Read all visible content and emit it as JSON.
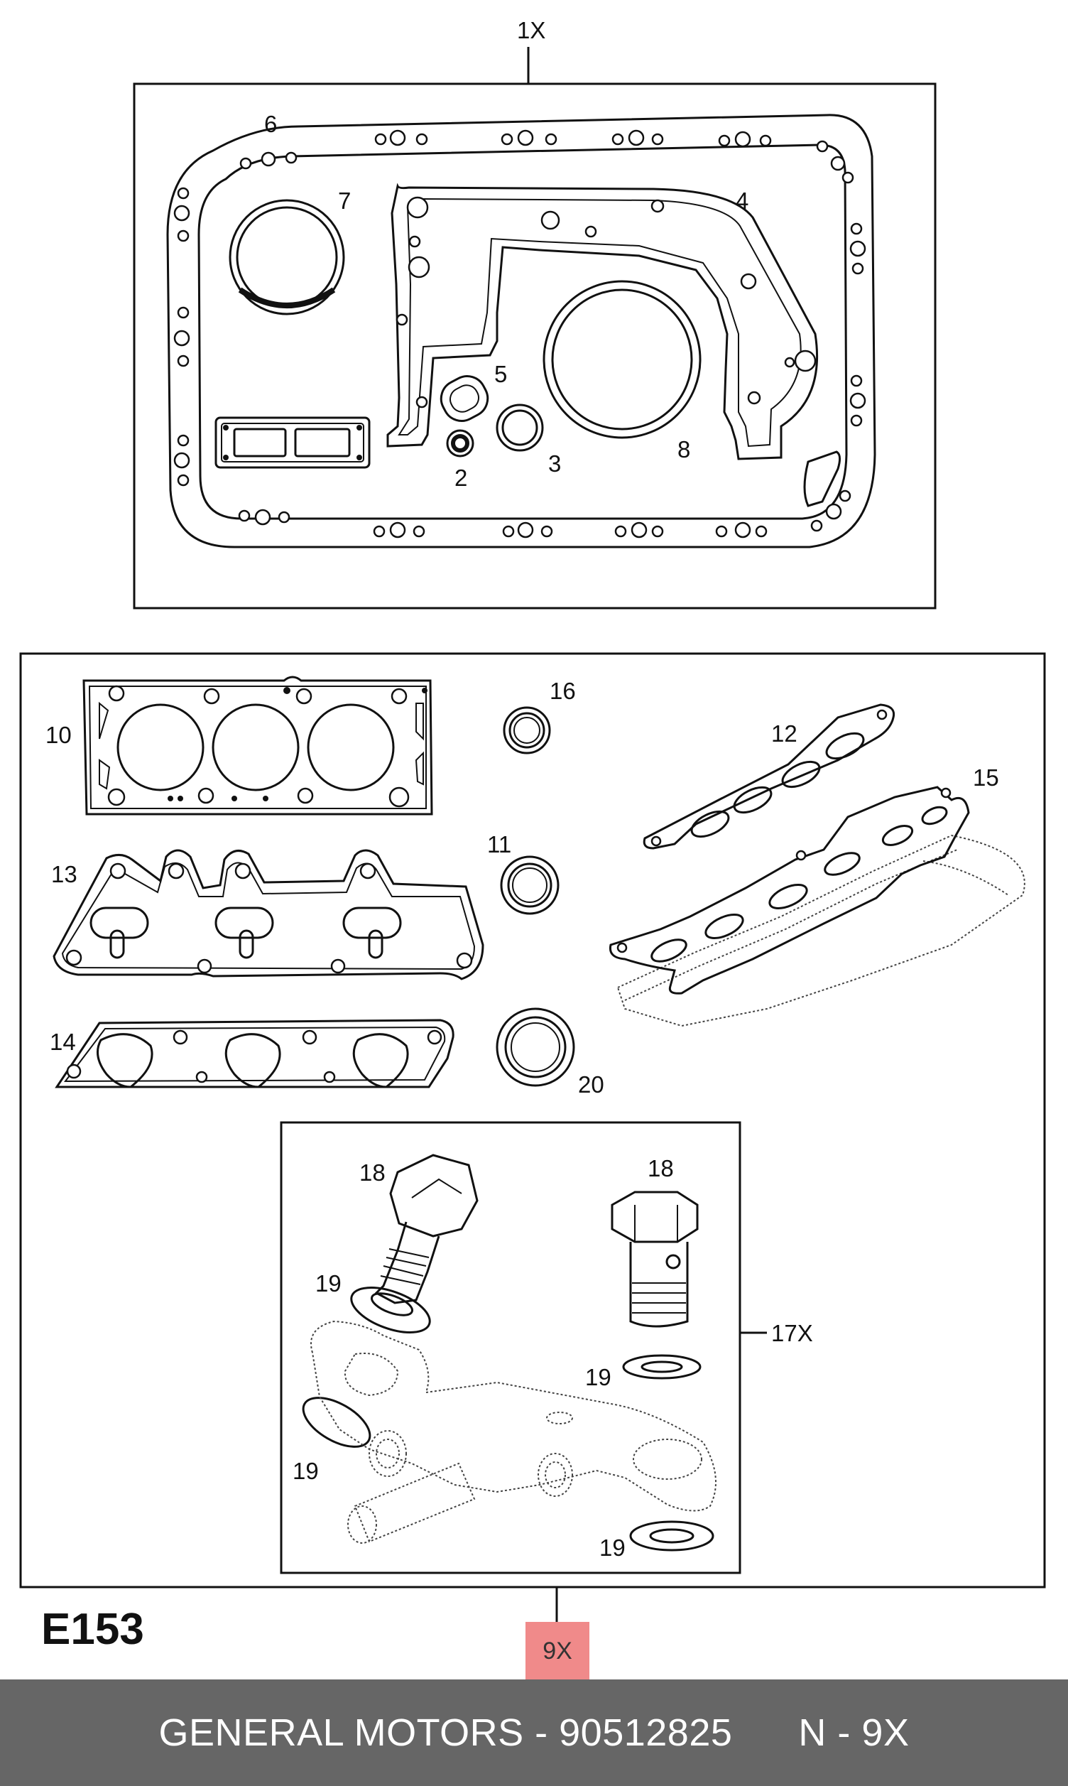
{
  "diagram": {
    "set_top_label": "1X",
    "set_bottom_label": "17X",
    "callouts": {
      "c1": "6",
      "c2": "7",
      "c3": "4",
      "c4": "5",
      "c5": "2",
      "c6": "3",
      "c7": "8",
      "c8": "16",
      "c9": "10",
      "c10": "12",
      "c11": "15",
      "c12": "13",
      "c13": "11",
      "c14": "14",
      "c15": "20",
      "c16": "18",
      "c17": "18",
      "c18": "19",
      "c19": "19",
      "c20": "19",
      "c21": "19"
    },
    "page_code": "E153"
  },
  "badge": {
    "text": "9X",
    "color": "#f08a8a"
  },
  "footer": {
    "brand": "GENERAL MOTORS",
    "separator": " - ",
    "part_number": "90512825",
    "qty_text": "N - 9X",
    "background": "#666666"
  }
}
